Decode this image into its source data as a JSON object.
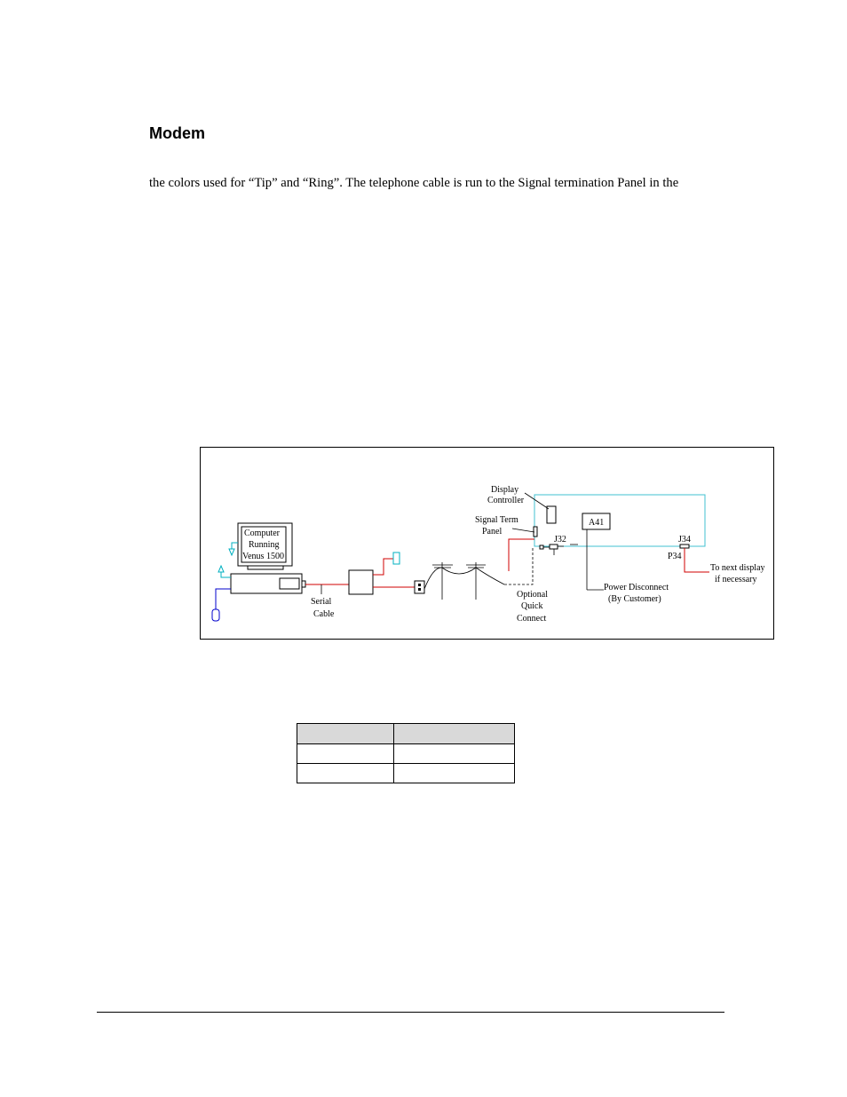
{
  "section": {
    "heading": "Modem",
    "paragraph": "the colors used for “Tip” and “Ring”. The telephone cable is run to the Signal termination Panel in the"
  },
  "diagram": {
    "labels": {
      "computer_line1": "Computer",
      "computer_line2": "Running",
      "computer_line3": "Venus 1500",
      "serial_line1": "Serial",
      "serial_line2": "Cable",
      "display_line1": "Display",
      "display_line2": "Controller",
      "signal_line1": "Signal Term",
      "signal_line2": "Panel",
      "j32": "J32",
      "a41": "A41",
      "j34": "J34",
      "p34": "P34",
      "optional_line1": "Optional",
      "optional_line2": "Quick",
      "optional_line3": "Connect",
      "power_line1": "Power Disconnect",
      "power_line2": "(By Customer)",
      "next_line1": "To next display",
      "next_line2": "if necessary"
    },
    "colors": {
      "serial_cable": "#d00000",
      "panel_outline": "#40c0d0",
      "mouse_cable": "#0000cc",
      "aux_cable": "#00b0c0"
    }
  },
  "table": {
    "rows": [
      [
        "",
        ""
      ],
      [
        "",
        ""
      ],
      [
        "",
        ""
      ]
    ]
  }
}
